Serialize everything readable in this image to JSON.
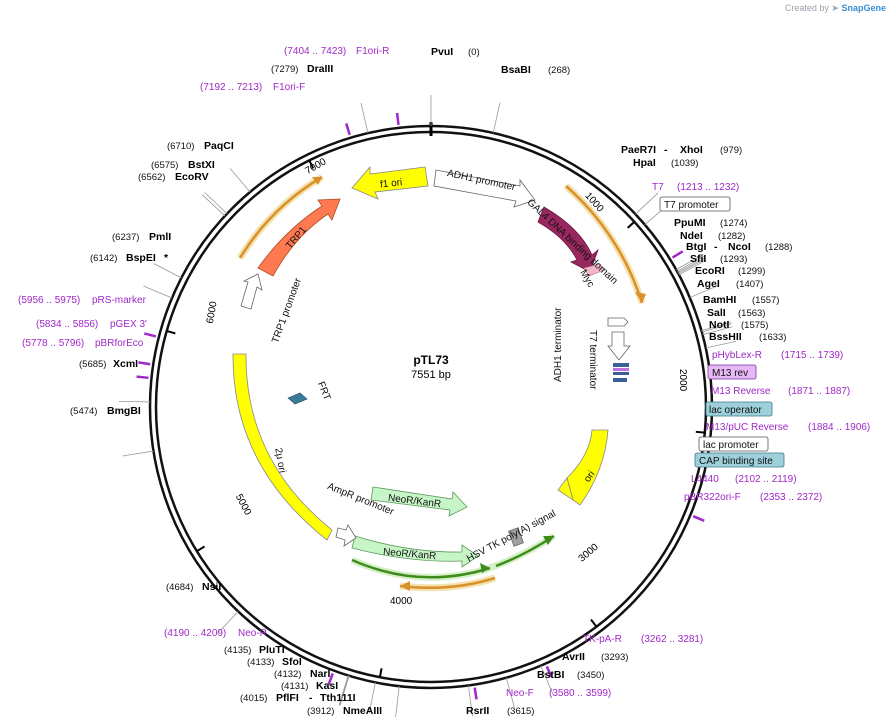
{
  "credit": {
    "prefix": "Created by",
    "brand": "SnapGene"
  },
  "plasmid": {
    "name": "pTL73",
    "size_label": "7551 bp",
    "length": 7551
  },
  "tick_labels": [
    {
      "label": "1000",
      "bp": 1000
    },
    {
      "label": "2000",
      "bp": 2000
    },
    {
      "label": "3000",
      "bp": 3000
    },
    {
      "label": "4000",
      "bp": 4000
    },
    {
      "label": "5000",
      "bp": 5000
    },
    {
      "label": "6000",
      "bp": 6000
    },
    {
      "label": "7000",
      "bp": 7000
    }
  ],
  "enzymes": [
    {
      "name": "PvuI",
      "pos": "(0)",
      "bp": 0
    },
    {
      "name": "BsaBI",
      "pos": "(268)",
      "bp": 268
    },
    {
      "name": "PaeR7I",
      "name2": "XhoI",
      "pos": "(979)",
      "bp": 979
    },
    {
      "name": "HpaI",
      "pos": "(1039)",
      "bp": 1039
    },
    {
      "name": "PpuMI",
      "pos": "(1274)",
      "bp": 1274
    },
    {
      "name": "NdeI",
      "pos": "(1282)",
      "bp": 1282
    },
    {
      "name": "BtgI",
      "name2": "NcoI",
      "pos": "(1288)",
      "bp": 1288
    },
    {
      "name": "SfiI",
      "pos": "(1293)",
      "bp": 1293
    },
    {
      "name": "EcoRI",
      "pos": "(1299)",
      "bp": 1299
    },
    {
      "name": "AgeI",
      "pos": "(1407)",
      "bp": 1407
    },
    {
      "name": "BamHI",
      "pos": "(1557)",
      "bp": 1557
    },
    {
      "name": "SalI",
      "pos": "(1563)",
      "bp": 1563
    },
    {
      "name": "NotI",
      "pos": "(1575)",
      "bp": 1575
    },
    {
      "name": "BssHII",
      "pos": "(1633)",
      "bp": 1633
    },
    {
      "name": "AvrII",
      "pos": "(3293)",
      "bp": 3293
    },
    {
      "name": "BstBI",
      "pos": "(3450)",
      "bp": 3450
    },
    {
      "name": "RsrII",
      "pos": "(3615)",
      "bp": 3615
    },
    {
      "name": "NmeAIII",
      "pos": "(3912)",
      "bp": 3912
    },
    {
      "name": "PflFI",
      "name2": "Tth111I",
      "pos": "(4015)",
      "bp": 4015
    },
    {
      "name": "KasI",
      "pos": "(4131)",
      "bp": 4131
    },
    {
      "name": "NarI",
      "pos": "(4132)",
      "bp": 4132
    },
    {
      "name": "SfoI",
      "pos": "(4133)",
      "bp": 4133
    },
    {
      "name": "PluTI",
      "pos": "(4135)",
      "bp": 4135
    },
    {
      "name": "NsiI",
      "pos": "(4684)",
      "bp": 4684
    },
    {
      "name": "BmgBI",
      "pos": "(5474)",
      "bp": 5474
    },
    {
      "name": "XcmI",
      "pos": "(5685)",
      "bp": 5685
    },
    {
      "name": "BspEI",
      "pos": "(6142)",
      "bp": 6142,
      "suffix": "*"
    },
    {
      "name": "PmlI",
      "pos": "(6237)",
      "bp": 6237
    },
    {
      "name": "EcoRV",
      "pos": "(6562)",
      "bp": 6562
    },
    {
      "name": "BstXI",
      "pos": "(6575)",
      "bp": 6575
    },
    {
      "name": "PaqCI",
      "pos": "(6710)",
      "bp": 6710
    },
    {
      "name": "DraIII",
      "pos": "(7279)",
      "bp": 7279
    }
  ],
  "primers": [
    {
      "name": "F1ori-R",
      "range": "(7404 .. 7423)",
      "bp": 7413
    },
    {
      "name": "F1ori-F",
      "range": "(7192 .. 7213)",
      "bp": 7202
    },
    {
      "name": "T7",
      "range": "(1213 .. 1232)",
      "bp": 1222
    },
    {
      "name": "pHybLex-R",
      "range": "(1715 .. 1739)",
      "bp": 1727
    },
    {
      "name": "M13 Reverse",
      "range": "(1871 .. 1887)",
      "bp": 1879
    },
    {
      "name": "M13/pUC Reverse",
      "range": "(1884 .. 1906)",
      "bp": 1895
    },
    {
      "name": "L4440",
      "range": "(2102 .. 2119)",
      "bp": 2110
    },
    {
      "name": "pBR322ori-F",
      "range": "(2353 .. 2372)",
      "bp": 2362
    },
    {
      "name": "TK-pA-R",
      "range": "(3262 .. 3281)",
      "bp": 3271
    },
    {
      "name": "Neo-F",
      "range": "(3580 .. 3599)",
      "bp": 3590
    },
    {
      "name": "Neo-R",
      "range": "(4190 .. 4209)",
      "bp": 4200
    },
    {
      "name": "pRS-marker",
      "range": "(5956 .. 5975)",
      "bp": 5965
    },
    {
      "name": "pGEX 3'",
      "range": "(5834 .. 5856)",
      "bp": 5845
    },
    {
      "name": "pBRforEco",
      "range": "(5778 .. 5796)",
      "bp": 5787
    }
  ],
  "boxed_features": [
    {
      "name": "T7 promoter",
      "style": "plain"
    },
    {
      "name": "M13 rev",
      "style": "purple"
    },
    {
      "name": "lac operator",
      "style": "teal"
    },
    {
      "name": "lac promoter",
      "style": "plain"
    },
    {
      "name": "CAP binding site",
      "style": "teal"
    }
  ],
  "features": [
    {
      "name": "f1 ori",
      "color": "#ffff00"
    },
    {
      "name": "ADH1 promoter",
      "color": "#ffffff"
    },
    {
      "name": "GAL4 DNA binding domain",
      "color": "#9a2860"
    },
    {
      "name": "Myc",
      "color": "#f2b6c8"
    },
    {
      "name": "T7 terminator",
      "color": "#ffffff"
    },
    {
      "name": "ADH1 terminator",
      "color": "#ffffff"
    },
    {
      "name": "ori",
      "color": "#ffff00"
    },
    {
      "name": "HSV TK poly(A) signal",
      "color": "#a0a0a0"
    },
    {
      "name": "NeoR/KanR",
      "color": "#c8f5c8"
    },
    {
      "name": "AmpR promoter",
      "color": "#ffffff"
    },
    {
      "name": "2μ ori",
      "color": "#ffff00"
    },
    {
      "name": "FRT",
      "color": "#3a7a9a"
    },
    {
      "name": "TRP1 promoter",
      "color": "#ffffff"
    },
    {
      "name": "TRP1",
      "color": "#ff7a50"
    }
  ],
  "colors": {
    "primer": "#a028c8",
    "orange_arc": "#e8a020",
    "green_arc": "#40a020",
    "backbone": "#111111"
  }
}
